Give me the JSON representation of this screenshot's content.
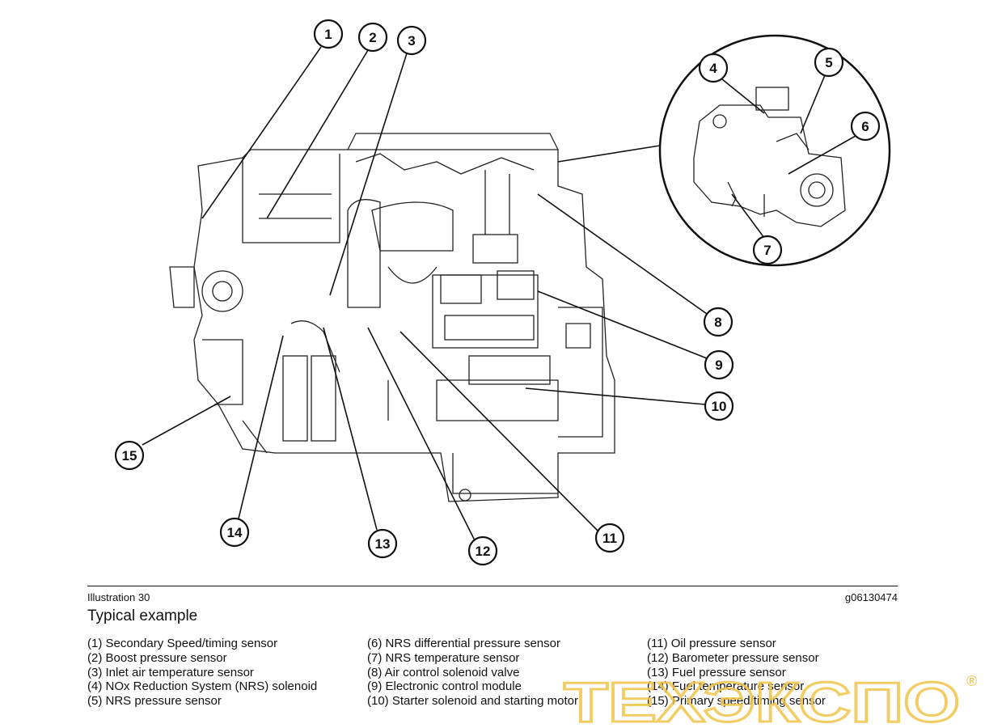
{
  "figure": {
    "illustration_label": "Illustration 30",
    "code": "g06130474",
    "caption": "Typical example"
  },
  "callouts": [
    "1",
    "2",
    "3",
    "4",
    "5",
    "6",
    "7",
    "8",
    "9",
    "10",
    "11",
    "12",
    "13",
    "14",
    "15"
  ],
  "legend": {
    "col1": [
      "(1) Secondary Speed/timing sensor",
      "(2) Boost pressure sensor",
      "(3) Inlet air temperature sensor",
      "(4) NOx Reduction System (NRS) solenoid",
      "(5) NRS pressure sensor"
    ],
    "col2": [
      "(6) NRS differential pressure sensor",
      "(7) NRS temperature sensor",
      "(8) Air control solenoid valve",
      "(9) Electronic control module",
      "(10) Starter solenoid and starting motor"
    ],
    "col3": [
      "(11) Oil pressure sensor",
      "(12) Barometer pressure sensor",
      "(13) Fuel pressure sensor",
      "(14) Fuel temperature sensor",
      "(15) Primary speed/timing sensor"
    ]
  },
  "watermark": {
    "text": "ТЕХЭКСПО",
    "mark": "®",
    "color": "#f2c44a"
  }
}
